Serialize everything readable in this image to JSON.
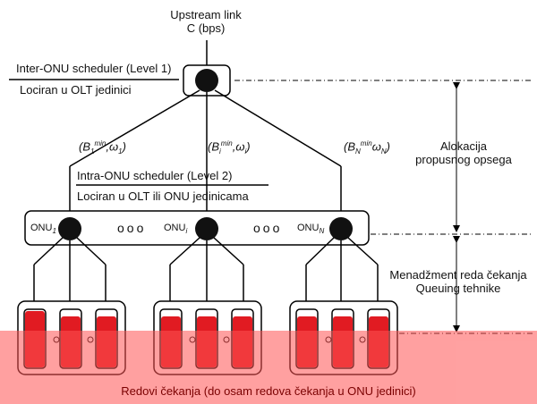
{
  "upstream": {
    "line1": "Upstream link",
    "line2": "C (bps)"
  },
  "inter_onu": {
    "title": "Inter-ONU scheduler (Level 1)",
    "location": "Lociran u OLT jedinici"
  },
  "intra_onu": {
    "title": "Intra-ONU scheduler (Level 2)",
    "location": "Lociran u OLT ili ONU jedinicama"
  },
  "weights": [
    {
      "B": "B",
      "sub": "1",
      "sup": "min",
      "w": "ω",
      "wsub": "1"
    },
    {
      "B": "B",
      "sub": "i",
      "sup": "min",
      "w": "ω",
      "wsub": "i"
    },
    {
      "B": "B",
      "sub": "N",
      "sup": "min",
      "w": "ω",
      "wsub": "N"
    }
  ],
  "onus": [
    {
      "name": "ONU",
      "sub": "1"
    },
    {
      "name": "ONU",
      "sub": "i"
    },
    {
      "name": "ONU",
      "sub": "N"
    }
  ],
  "ellipsis": "ooo",
  "side_labels": {
    "allocation_1": "Alokacija",
    "allocation_2": "propusnog opsega",
    "queue_mgmt_1": "Menadžment reda čekanja",
    "queue_mgmt_2": "Queuing tehnike"
  },
  "bottom_caption": "Redovi čekanja (do osam redova čekanja u ONU jedinici)",
  "colors": {
    "queue_red": "#e11b22",
    "overlay": "#ff0000",
    "caption": "#7a0000"
  }
}
